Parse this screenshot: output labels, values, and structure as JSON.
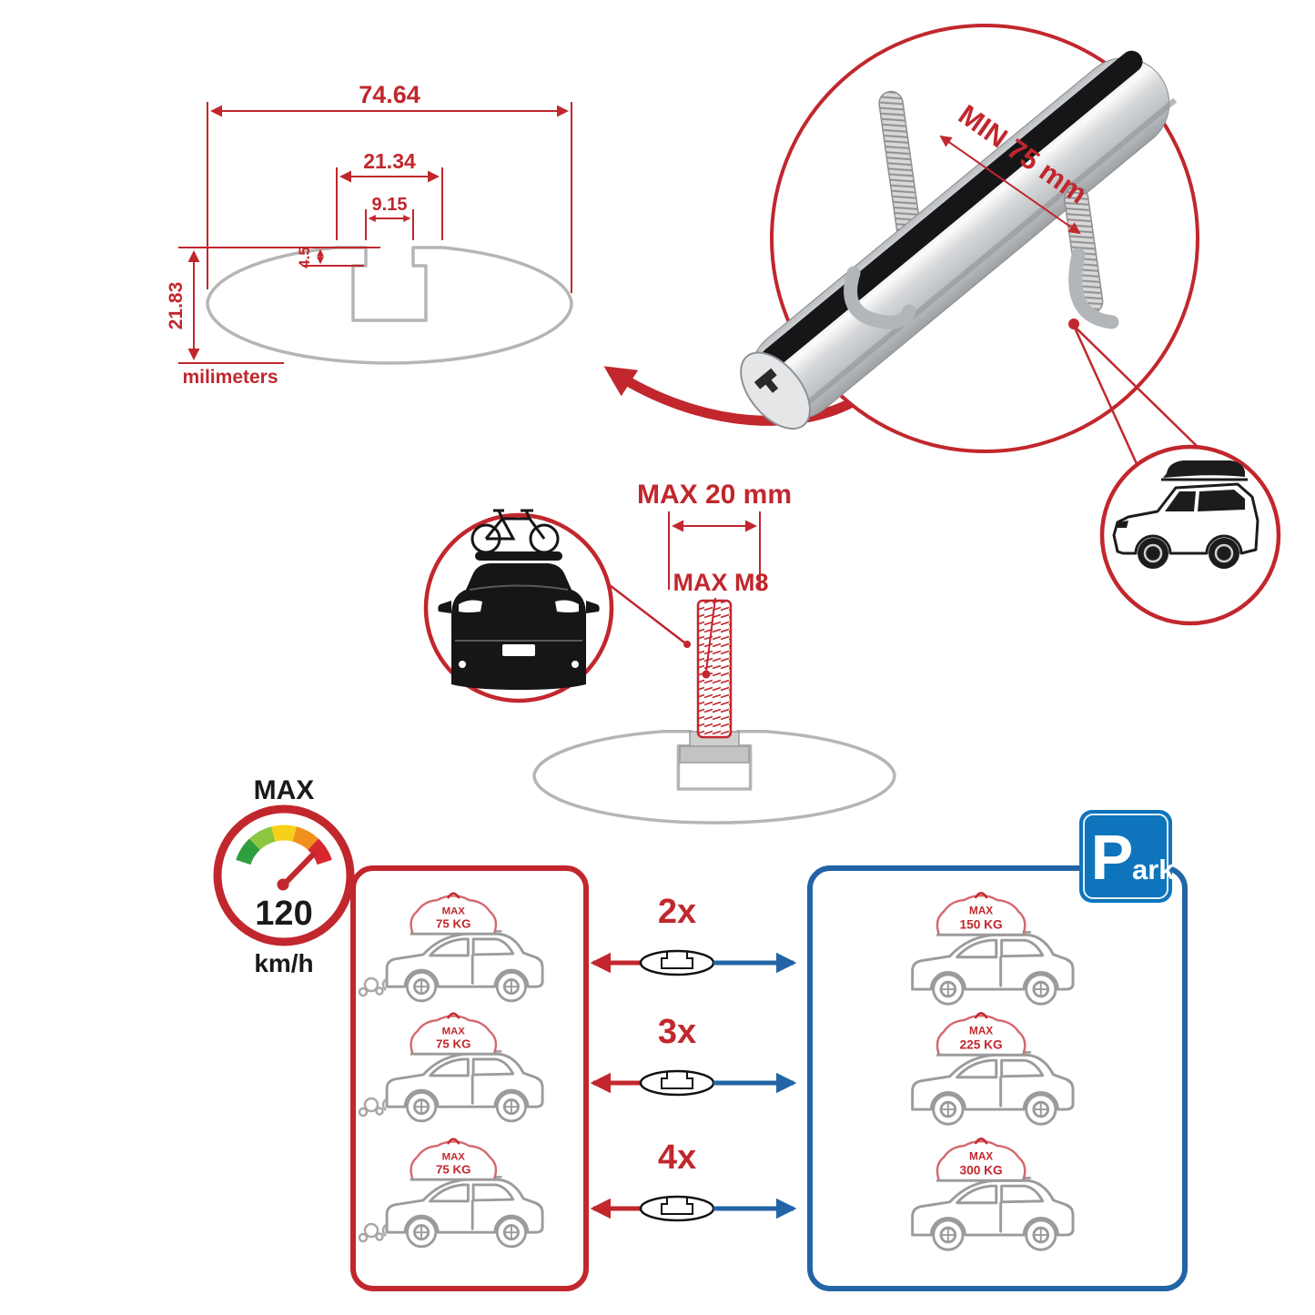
{
  "colors": {
    "accent_red": "#c1272d",
    "box_blue": "#2264a5",
    "parking_sign_blue": "#0e75bd",
    "profile_gray": "#b5b5b5",
    "car_gray": "#9b9b9b",
    "aluminum_silver": "#d9dbdd",
    "gauge_segments": [
      "#2f9e3f",
      "#8dc63f",
      "#f7d117",
      "#f2901e",
      "#d7282f"
    ]
  },
  "profile_dimensions": {
    "total_width": "74.64",
    "channel_width": "21.34",
    "slot_width": "9.15",
    "step_depth": "4.5",
    "total_height": "21.83",
    "unit_label": "milimeters"
  },
  "clamp_detail": {
    "min_span_label": "MIN 75 mm"
  },
  "bolt_detail": {
    "max_width_label": "MAX 20 mm",
    "max_thread_label": "MAX M8"
  },
  "speedometer": {
    "top_label": "MAX",
    "value": "120",
    "unit_label": "km/h"
  },
  "parking_sign": {
    "letter": "P",
    "suffix": "ark"
  },
  "load_rows": [
    {
      "multiplier": "2x",
      "driving": {
        "max_label": "MAX",
        "weight": "75 KG"
      },
      "parked": {
        "max_label": "MAX",
        "weight": "150 KG"
      }
    },
    {
      "multiplier": "3x",
      "driving": {
        "max_label": "MAX",
        "weight": "75 KG"
      },
      "parked": {
        "max_label": "MAX",
        "weight": "225 KG"
      }
    },
    {
      "multiplier": "4x",
      "driving": {
        "max_label": "MAX",
        "weight": "75 KG"
      },
      "parked": {
        "max_label": "MAX",
        "weight": "300 KG"
      }
    }
  ]
}
